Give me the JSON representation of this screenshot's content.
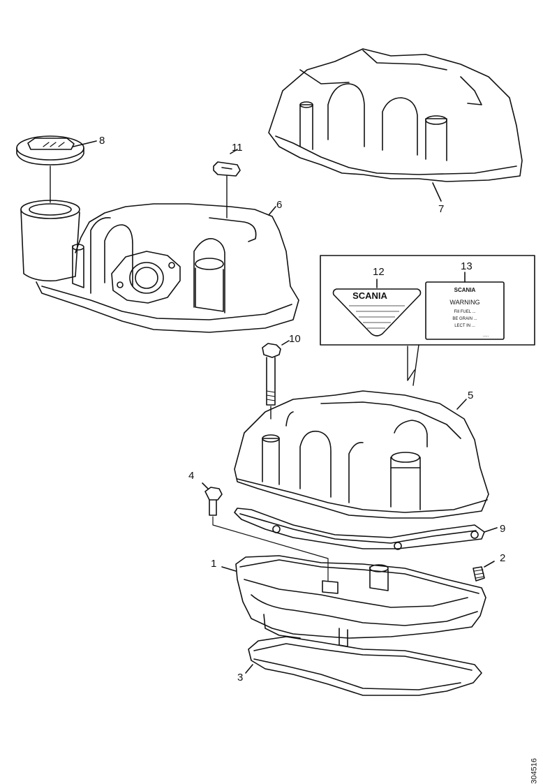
{
  "callouts": {
    "c1": "1",
    "c2": "2",
    "c3": "3",
    "c4": "4",
    "c5": "5",
    "c6": "6",
    "c7": "7",
    "c8": "8",
    "c9": "9",
    "c10": "10",
    "c11": "11",
    "c12": "12",
    "c13": "13"
  },
  "labels": {
    "left_brand": "SCANIA",
    "right_brand": "SCANIA",
    "right_lines": [
      "WARNING",
      "Fill FUEL ...",
      "BE GRAIN ...",
      "LECT IN ..."
    ],
    "right_footer": "....."
  },
  "reference_code": "304516"
}
